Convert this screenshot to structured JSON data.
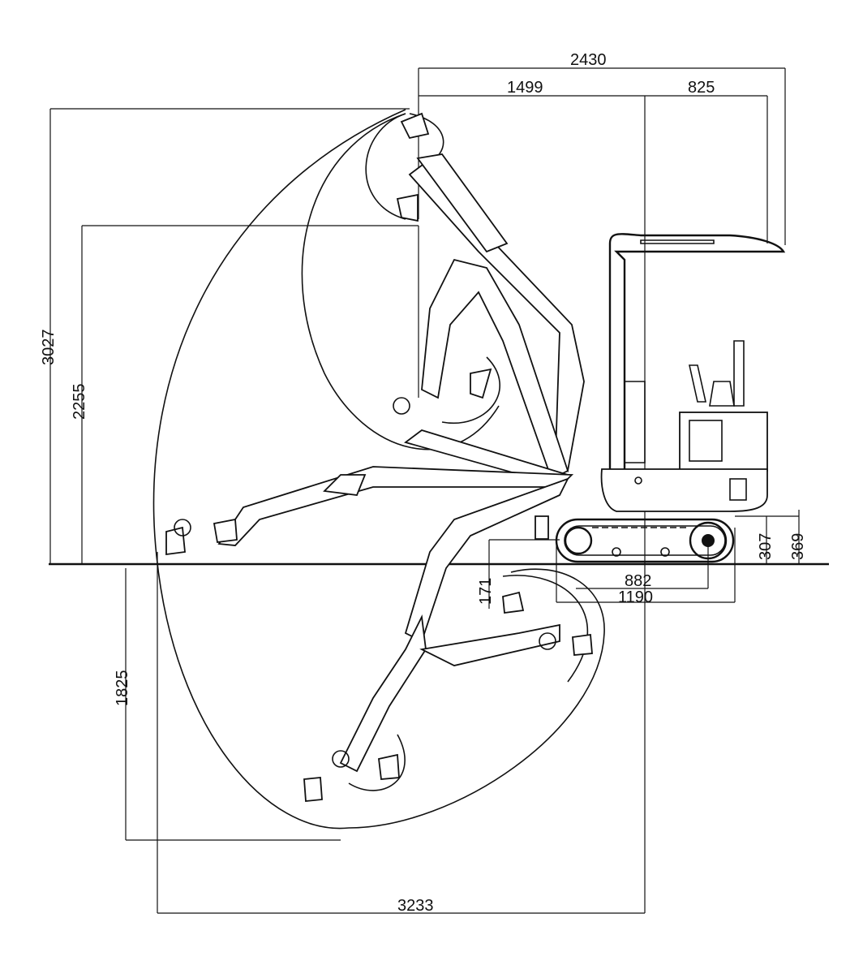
{
  "dimensions": {
    "d2430": "2430",
    "d1499": "1499",
    "d825": "825",
    "d3027": "3027",
    "d2255": "2255",
    "d1825": "1825",
    "d3233": "3233",
    "d882": "882",
    "d1190": "1190",
    "d307": "307",
    "d369": "369",
    "d171": "171"
  }
}
